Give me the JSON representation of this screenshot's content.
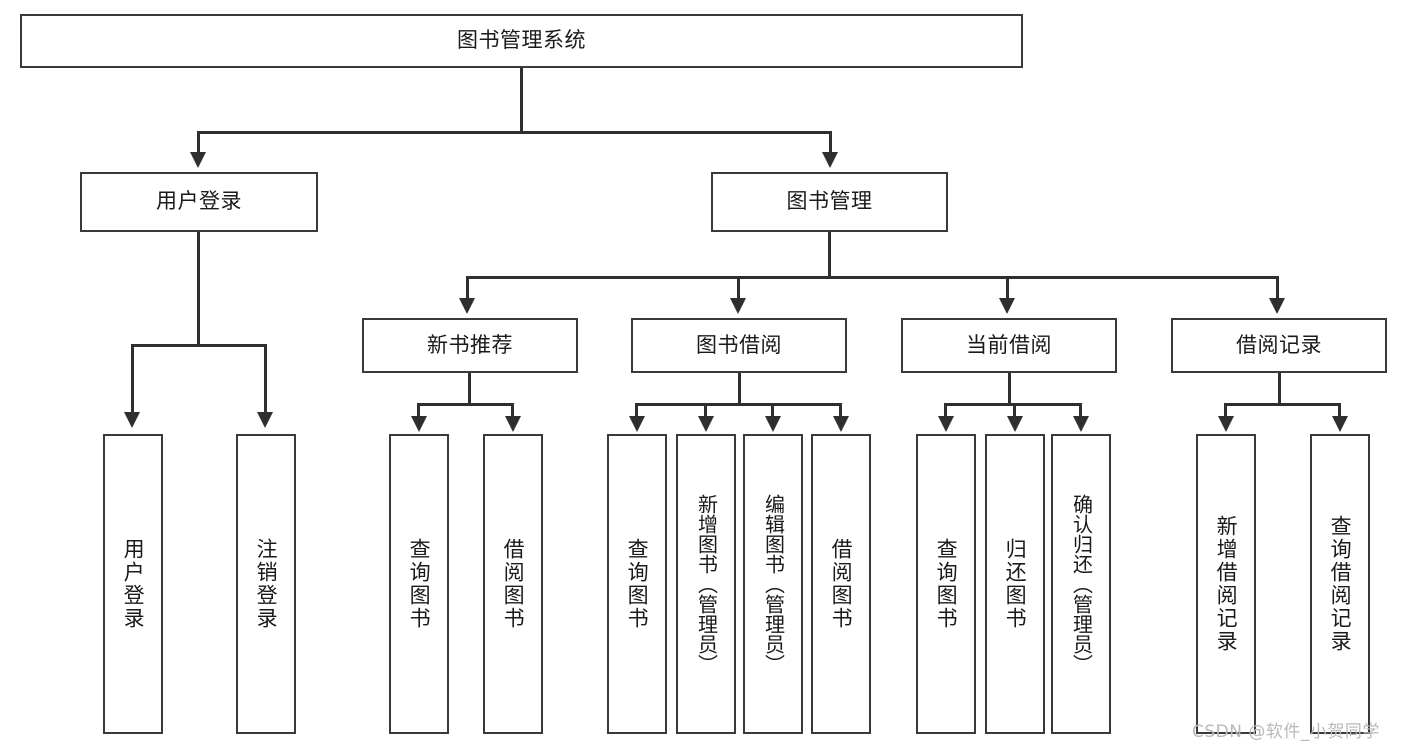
{
  "diagram": {
    "title": "图书管理系统",
    "type": "tree-hierarchy-diagram",
    "colors": {
      "box_border": "#3a3a3a",
      "connector": "#2f2f2f",
      "text": "#1a1a1a",
      "background": "#ffffff",
      "watermark": "#b9b9b9"
    },
    "root": {
      "label": "图书管理系统"
    },
    "level2": [
      {
        "label": "用户登录"
      },
      {
        "label": "图书管理"
      }
    ],
    "level3": [
      {
        "label": "新书推荐"
      },
      {
        "label": "图书借阅"
      },
      {
        "label": "当前借阅"
      },
      {
        "label": "借阅记录"
      }
    ],
    "leaves": {
      "user_login": [
        {
          "label": "用户登录"
        },
        {
          "label": "注销登录"
        }
      ],
      "new_book_recommend": [
        {
          "label": "查询图书"
        },
        {
          "label": "借阅图书"
        }
      ],
      "book_borrow": [
        {
          "label": "查询图书"
        },
        {
          "label": "新增图书（管理员）"
        },
        {
          "label": "编辑图书（管理员）"
        },
        {
          "label": "借阅图书"
        }
      ],
      "current_borrow": [
        {
          "label": "查询图书"
        },
        {
          "label": "归还图书"
        },
        {
          "label": "确认归还（管理员）"
        }
      ],
      "borrow_record": [
        {
          "label": "新增借阅记录"
        },
        {
          "label": "查询借阅记录"
        }
      ]
    }
  },
  "watermark": {
    "text": "CSDN @软件_小贺同学"
  }
}
